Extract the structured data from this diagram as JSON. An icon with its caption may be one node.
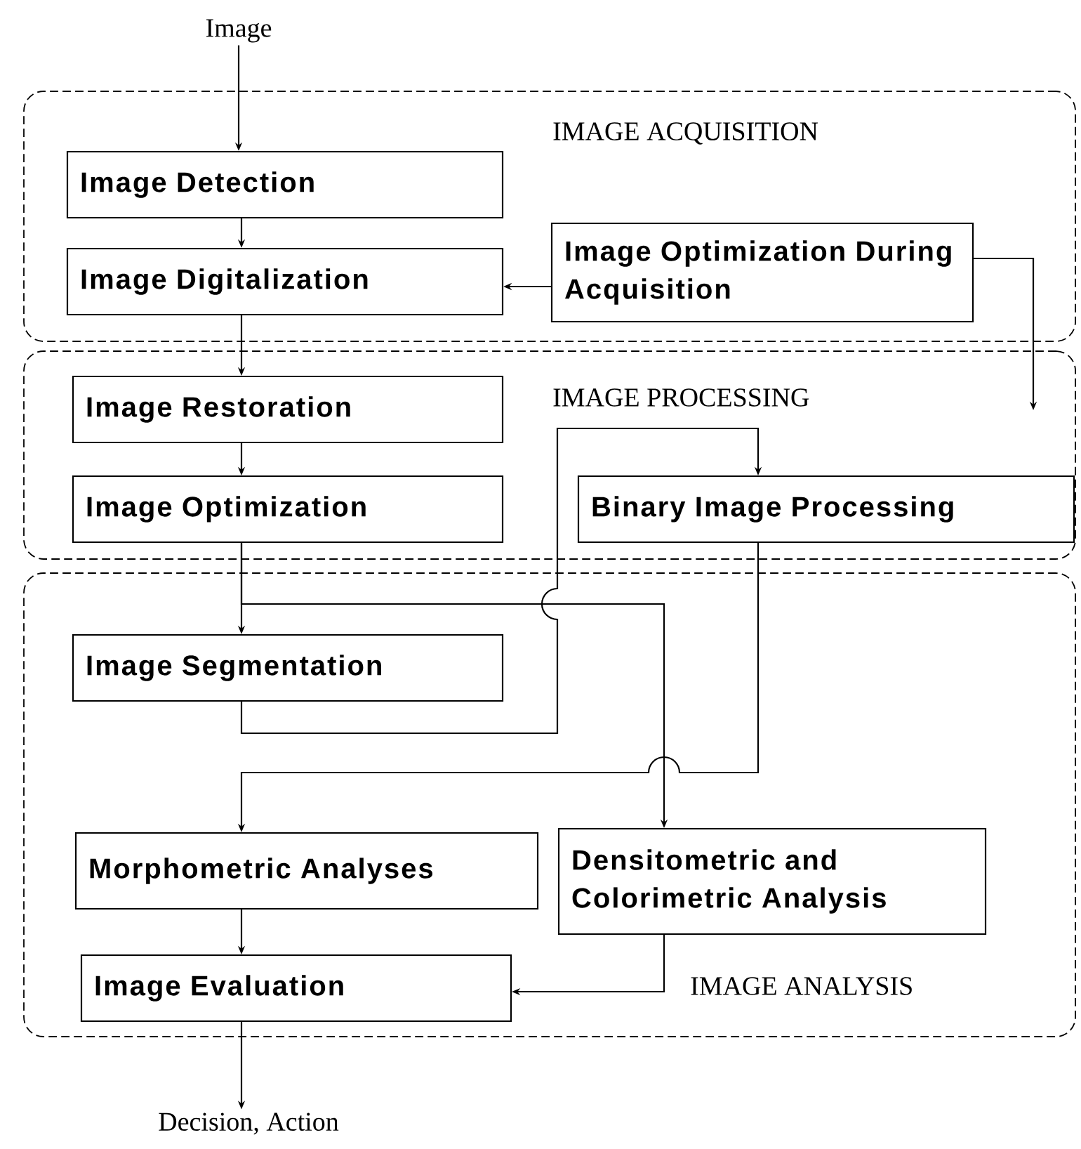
{
  "diagram": {
    "nodes": [
      {
        "text": [
          "Image"
        ]
      },
      {
        "text": [
          "IMAGE ACQUISITION"
        ]
      },
      {
        "text": [
          "Image Detection"
        ],
        "in": 1
      },
      {
        "text": [
          "Image Digitalization"
        ],
        "in": 1
      },
      {
        "text": [
          "Image Optimization During Acquisition"
        ],
        "in": 1
      },
      {
        "text": [
          "IMAGE PROCESSING"
        ]
      },
      {
        "text": [
          "Image Restoration"
        ],
        "in": 5
      },
      {
        "text": [
          "Image Optimization"
        ],
        "in": 5
      },
      {
        "text": [
          "Binary Image Processing"
        ],
        "in": 5
      },
      {
        "text": [
          "IMAGE ANALYSIS"
        ]
      },
      {
        "text": [
          "Image Segmentation"
        ],
        "in": 9
      },
      {
        "text": [
          "Morphometric Analyses"
        ],
        "in": 9
      },
      {
        "text": [
          "Densitometric and Colorimetric Analysis"
        ],
        "in": 9
      },
      {
        "text": [
          "Image Evaluation"
        ],
        "in": 9
      },
      {
        "text": [
          "Decision, Action"
        ]
      }
    ],
    "edges": [
      {
        "from": 0,
        "to": 2,
        "arrow": "to"
      },
      {
        "from": 2,
        "to": 3,
        "arrow": "to"
      },
      {
        "from": 4,
        "to": 3,
        "arrow": "to"
      },
      {
        "from": 4,
        "to": null,
        "arrow": "to"
      },
      {
        "from": 3,
        "to": 6,
        "arrow": "to"
      },
      {
        "from": 6,
        "to": 7,
        "arrow": "to"
      },
      {
        "from": 7,
        "to": 10,
        "arrow": "to"
      },
      {
        "from": 7,
        "to": 12,
        "arrow": "to"
      },
      {
        "from": 10,
        "to": 8,
        "arrow": "to"
      },
      {
        "from": 8,
        "to": 11,
        "arrow": "to"
      },
      {
        "from": 11,
        "to": 13,
        "arrow": "to"
      },
      {
        "from": 12,
        "to": 13,
        "arrow": "to"
      },
      {
        "from": 13,
        "to": 14,
        "arrow": "to"
      }
    ]
  }
}
